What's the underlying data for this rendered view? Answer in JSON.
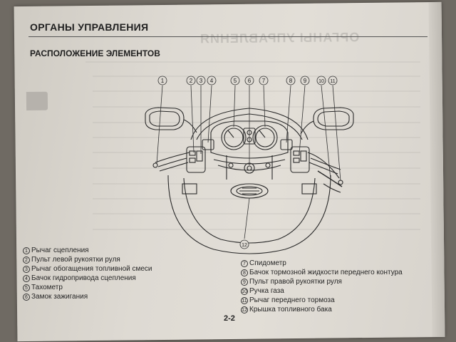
{
  "header": {
    "title": "ОРГАНЫ УПРАВЛЕНИЯ"
  },
  "section": {
    "title": "РАСПОЛОЖЕНИЕ ЭЛЕМЕНТОВ"
  },
  "callouts": [
    "1",
    "2",
    "3",
    "4",
    "5",
    "6",
    "7",
    "8",
    "9",
    "10",
    "11",
    "12"
  ],
  "legend_left": [
    {
      "num": "1",
      "text": "Рычаг сцепления"
    },
    {
      "num": "2",
      "text": "Пульт левой рукоятки руля"
    },
    {
      "num": "3",
      "text": "Рычаг обогащения топливной смеси"
    },
    {
      "num": "4",
      "text": "Бачок гидропривода сцепления"
    },
    {
      "num": "5",
      "text": "Тахометр"
    },
    {
      "num": "6",
      "text": "Замок зажигания"
    }
  ],
  "legend_right": [
    {
      "num": "7",
      "text": "Спидометр"
    },
    {
      "num": "8",
      "text": "Бачок тормозной жидкости переднего контура"
    },
    {
      "num": "9",
      "text": "Пульт правой рукоятки руля"
    },
    {
      "num": "10",
      "text": "Ручка газа"
    },
    {
      "num": "11",
      "text": "Рычаг переднего тормоза"
    },
    {
      "num": "12",
      "text": "Крышка топливного бака"
    }
  ],
  "page_number": "2-2"
}
